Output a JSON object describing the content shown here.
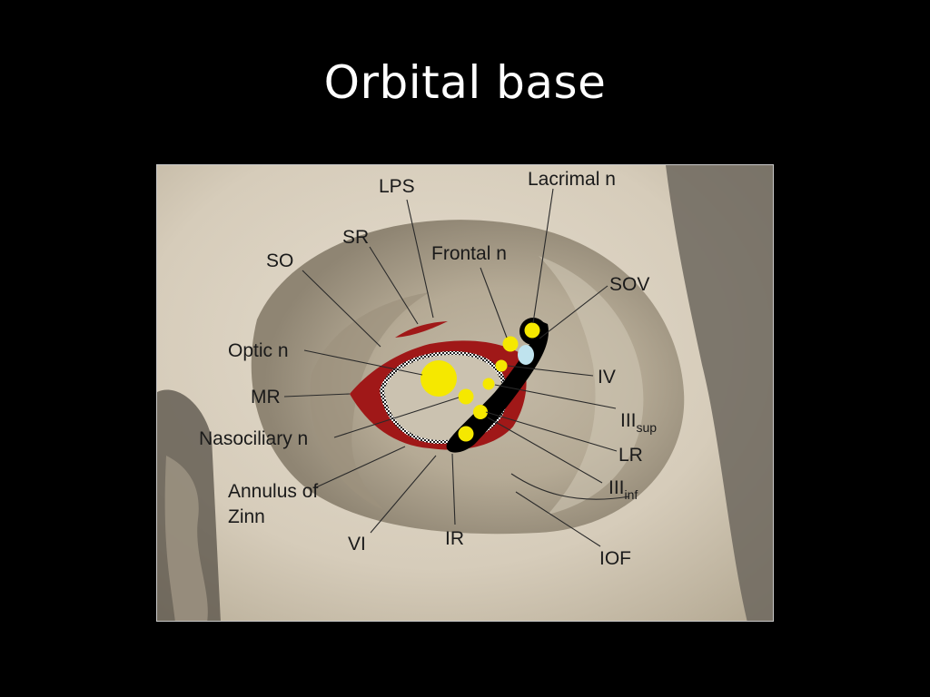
{
  "slide": {
    "title": "Orbital base"
  },
  "figure": {
    "labels": {
      "lps": "LPS",
      "lacrimal_n": "Lacrimal n",
      "sr": "SR",
      "frontal_n": "Frontal n",
      "so": "SO",
      "sov": "SOV",
      "optic_n": "Optic n",
      "iv": "IV",
      "mr": "MR",
      "iii_sup": {
        "main": "III",
        "sub": "sup"
      },
      "nasociliary_n": "Nasociliary n",
      "lr": "LR",
      "annulus_line1": "Annulus of",
      "annulus_line2": "Zinn",
      "iii_inf": {
        "main": "III",
        "sub": "inf"
      },
      "vi": "VI",
      "ir": "IR",
      "iof": "IOF"
    },
    "colors": {
      "muscle": "#a01818",
      "nerve": "#f5e800",
      "vein": "#bfe3ee",
      "fissure": "#000000",
      "bone": "#d9d0c0"
    }
  }
}
